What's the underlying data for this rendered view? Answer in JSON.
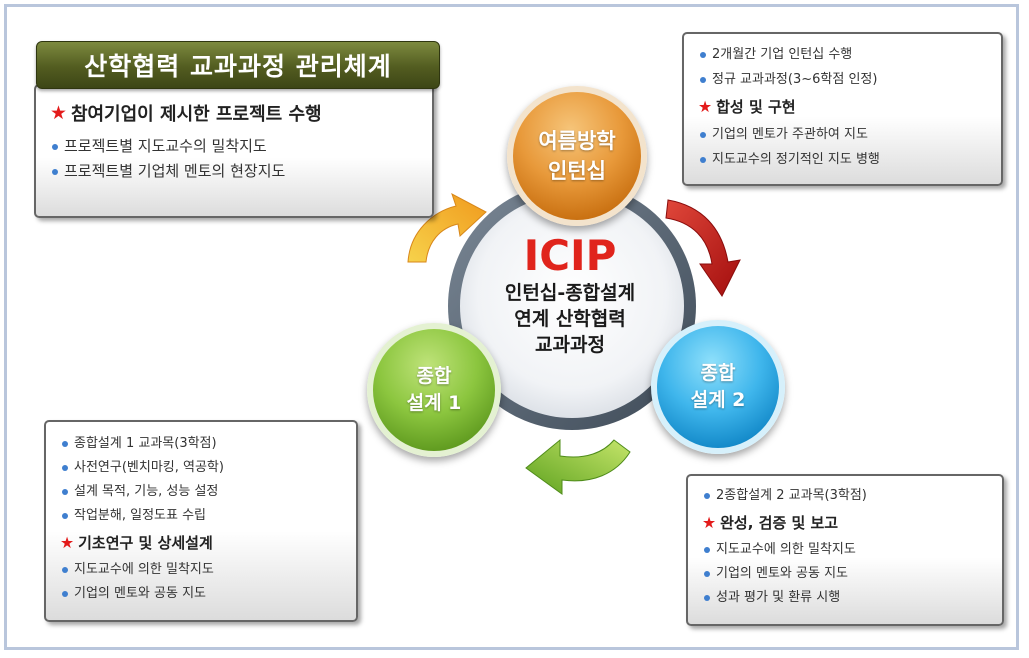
{
  "title": "산학협력 교과과정 관리체계",
  "center": {
    "title": "ICIP",
    "lines": [
      "인턴십-종합설계",
      "연계 산학협력",
      "교과과정"
    ]
  },
  "nodes": {
    "summer": [
      "여름방학",
      "인턴십"
    ],
    "design1": [
      "종합",
      "설계 1"
    ],
    "design2": [
      "종합",
      "설계 2"
    ]
  },
  "boxes": {
    "top_left": {
      "heading": "참여기업이 제시한 프로젝트 수행",
      "items": [
        "프로젝트별 지도교수의 밀착지도",
        "프로젝트별 기업체 멘토의 현장지도"
      ]
    },
    "top_right": {
      "items_before": [
        "2개월간 기업 인턴십 수행",
        "정규 교과과정(3~6학점 인정)"
      ],
      "heading": "합성 및 구현",
      "items_after": [
        "기업의 멘토가 주관하여 지도",
        "지도교수의 정기적인 지도 병행"
      ]
    },
    "bottom_left": {
      "items_before": [
        "종합설계 1 교과목(3학점)",
        "사전연구(벤치마킹, 역공학)",
        "설계 목적, 기능, 성능 설정",
        "작업분해, 일정도표 수립"
      ],
      "heading": "기초연구 및 상세설계",
      "items_after": [
        "지도교수에 의한 밀착지도",
        "기업의 멘토와 공동 지도"
      ]
    },
    "bottom_right": {
      "items_before": [
        "2종합설계 2 교과목(3학점)"
      ],
      "heading": "완성, 검증 및 보고",
      "items_after": [
        "지도교수에 의한 밀착지도",
        "기업의 멘토와 공동 지도",
        "성과 평가 및 환류 시행"
      ]
    }
  },
  "colors": {
    "summer": "#e8993a",
    "design1": "#8cc63f",
    "design2": "#3fb6ec",
    "center_title": "#e0241c",
    "ring": "#5b6b7a",
    "star": "#e31b1b",
    "bullet": "#3f7fcf"
  },
  "icons": {
    "star": "star-icon",
    "bullet": "bullet-dot-icon",
    "arrow_orange": "curved-arrow-orange-icon",
    "arrow_red": "curved-arrow-red-icon",
    "arrow_green": "curved-arrow-green-icon"
  }
}
